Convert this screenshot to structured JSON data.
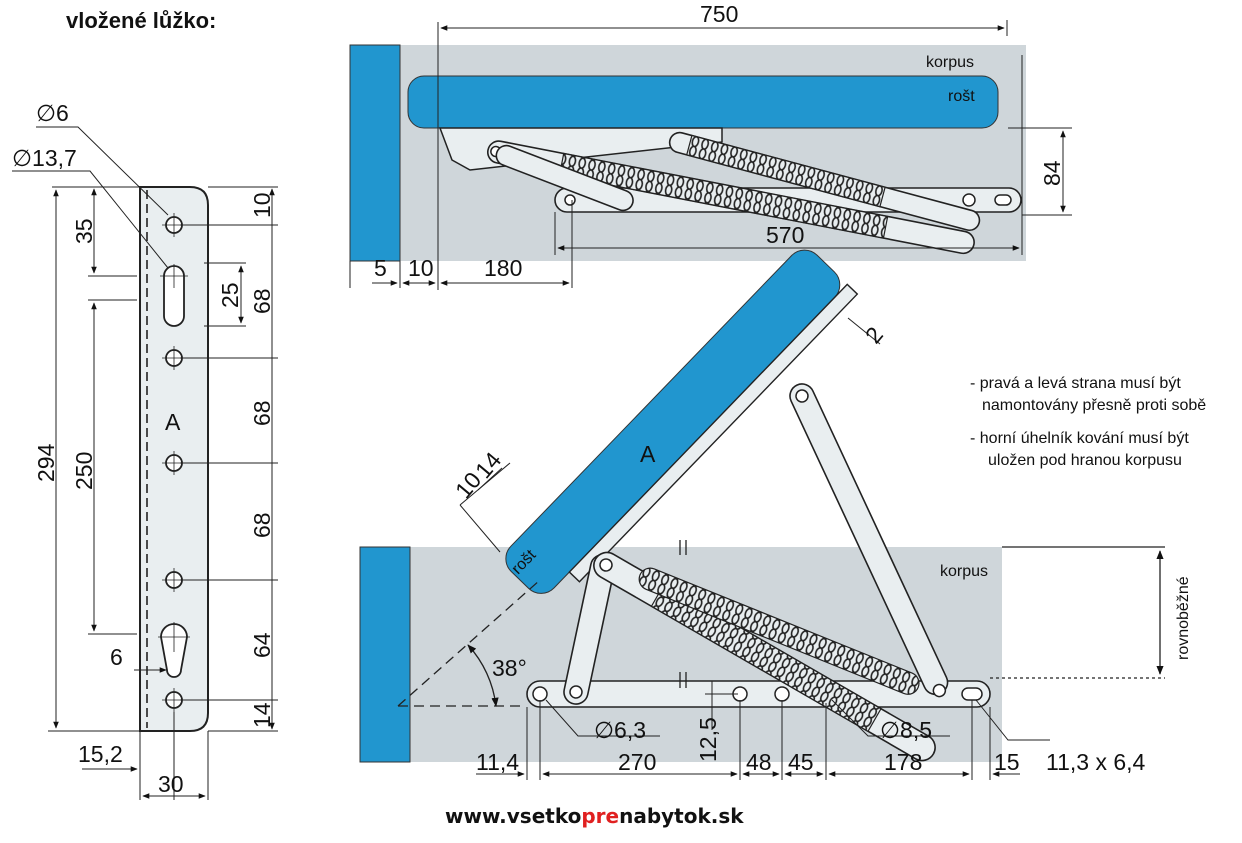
{
  "title": "vložené lůžko:",
  "colors": {
    "blue": "#2196cf",
    "gray": "#cfd6da",
    "bracket": "#e9eef0",
    "accent": "#e02020"
  },
  "bracket_view": {
    "label_A": "A",
    "dims": {
      "d6": "∅6",
      "d13_7": "∅13,7",
      "v35": "35",
      "v294": "294",
      "v250": "250",
      "v25": "25",
      "v10": "10",
      "v68a": "68",
      "v68b": "68",
      "v68c": "68",
      "v64": "64",
      "v14": "14",
      "v6": "6",
      "h15_2": "15,2",
      "h30": "30"
    }
  },
  "top_view": {
    "korpus": "korpus",
    "rost": "rošt",
    "dims": {
      "d750": "750",
      "d84": "84",
      "d570": "570",
      "d5": "5",
      "d10": "10",
      "d180": "180"
    }
  },
  "bottom_view": {
    "korpus": "korpus",
    "rost": "rošt",
    "label_A": "A",
    "parallel": "rovnoběžné",
    "angle": "38°",
    "dims": {
      "d2": "2",
      "d10": "10",
      "d14": "14",
      "d6_3": "∅6,3",
      "d8_5": "∅8,5",
      "d12_5": "12,5",
      "d11_4": "11,4",
      "d270": "270",
      "d48": "48",
      "d45": "45",
      "d178": "178",
      "d15": "15",
      "slot": "11,3 x 6,4"
    }
  },
  "notes": [
    "- pravá a levá strana musí být",
    "namontovány přesně proti sobě",
    "- horní úhelník kování musí být",
    "uložen pod hranou korpusu"
  ],
  "website": {
    "part1": "www.vsetko",
    "part2": "pre",
    "part3": "nabytok.sk"
  }
}
